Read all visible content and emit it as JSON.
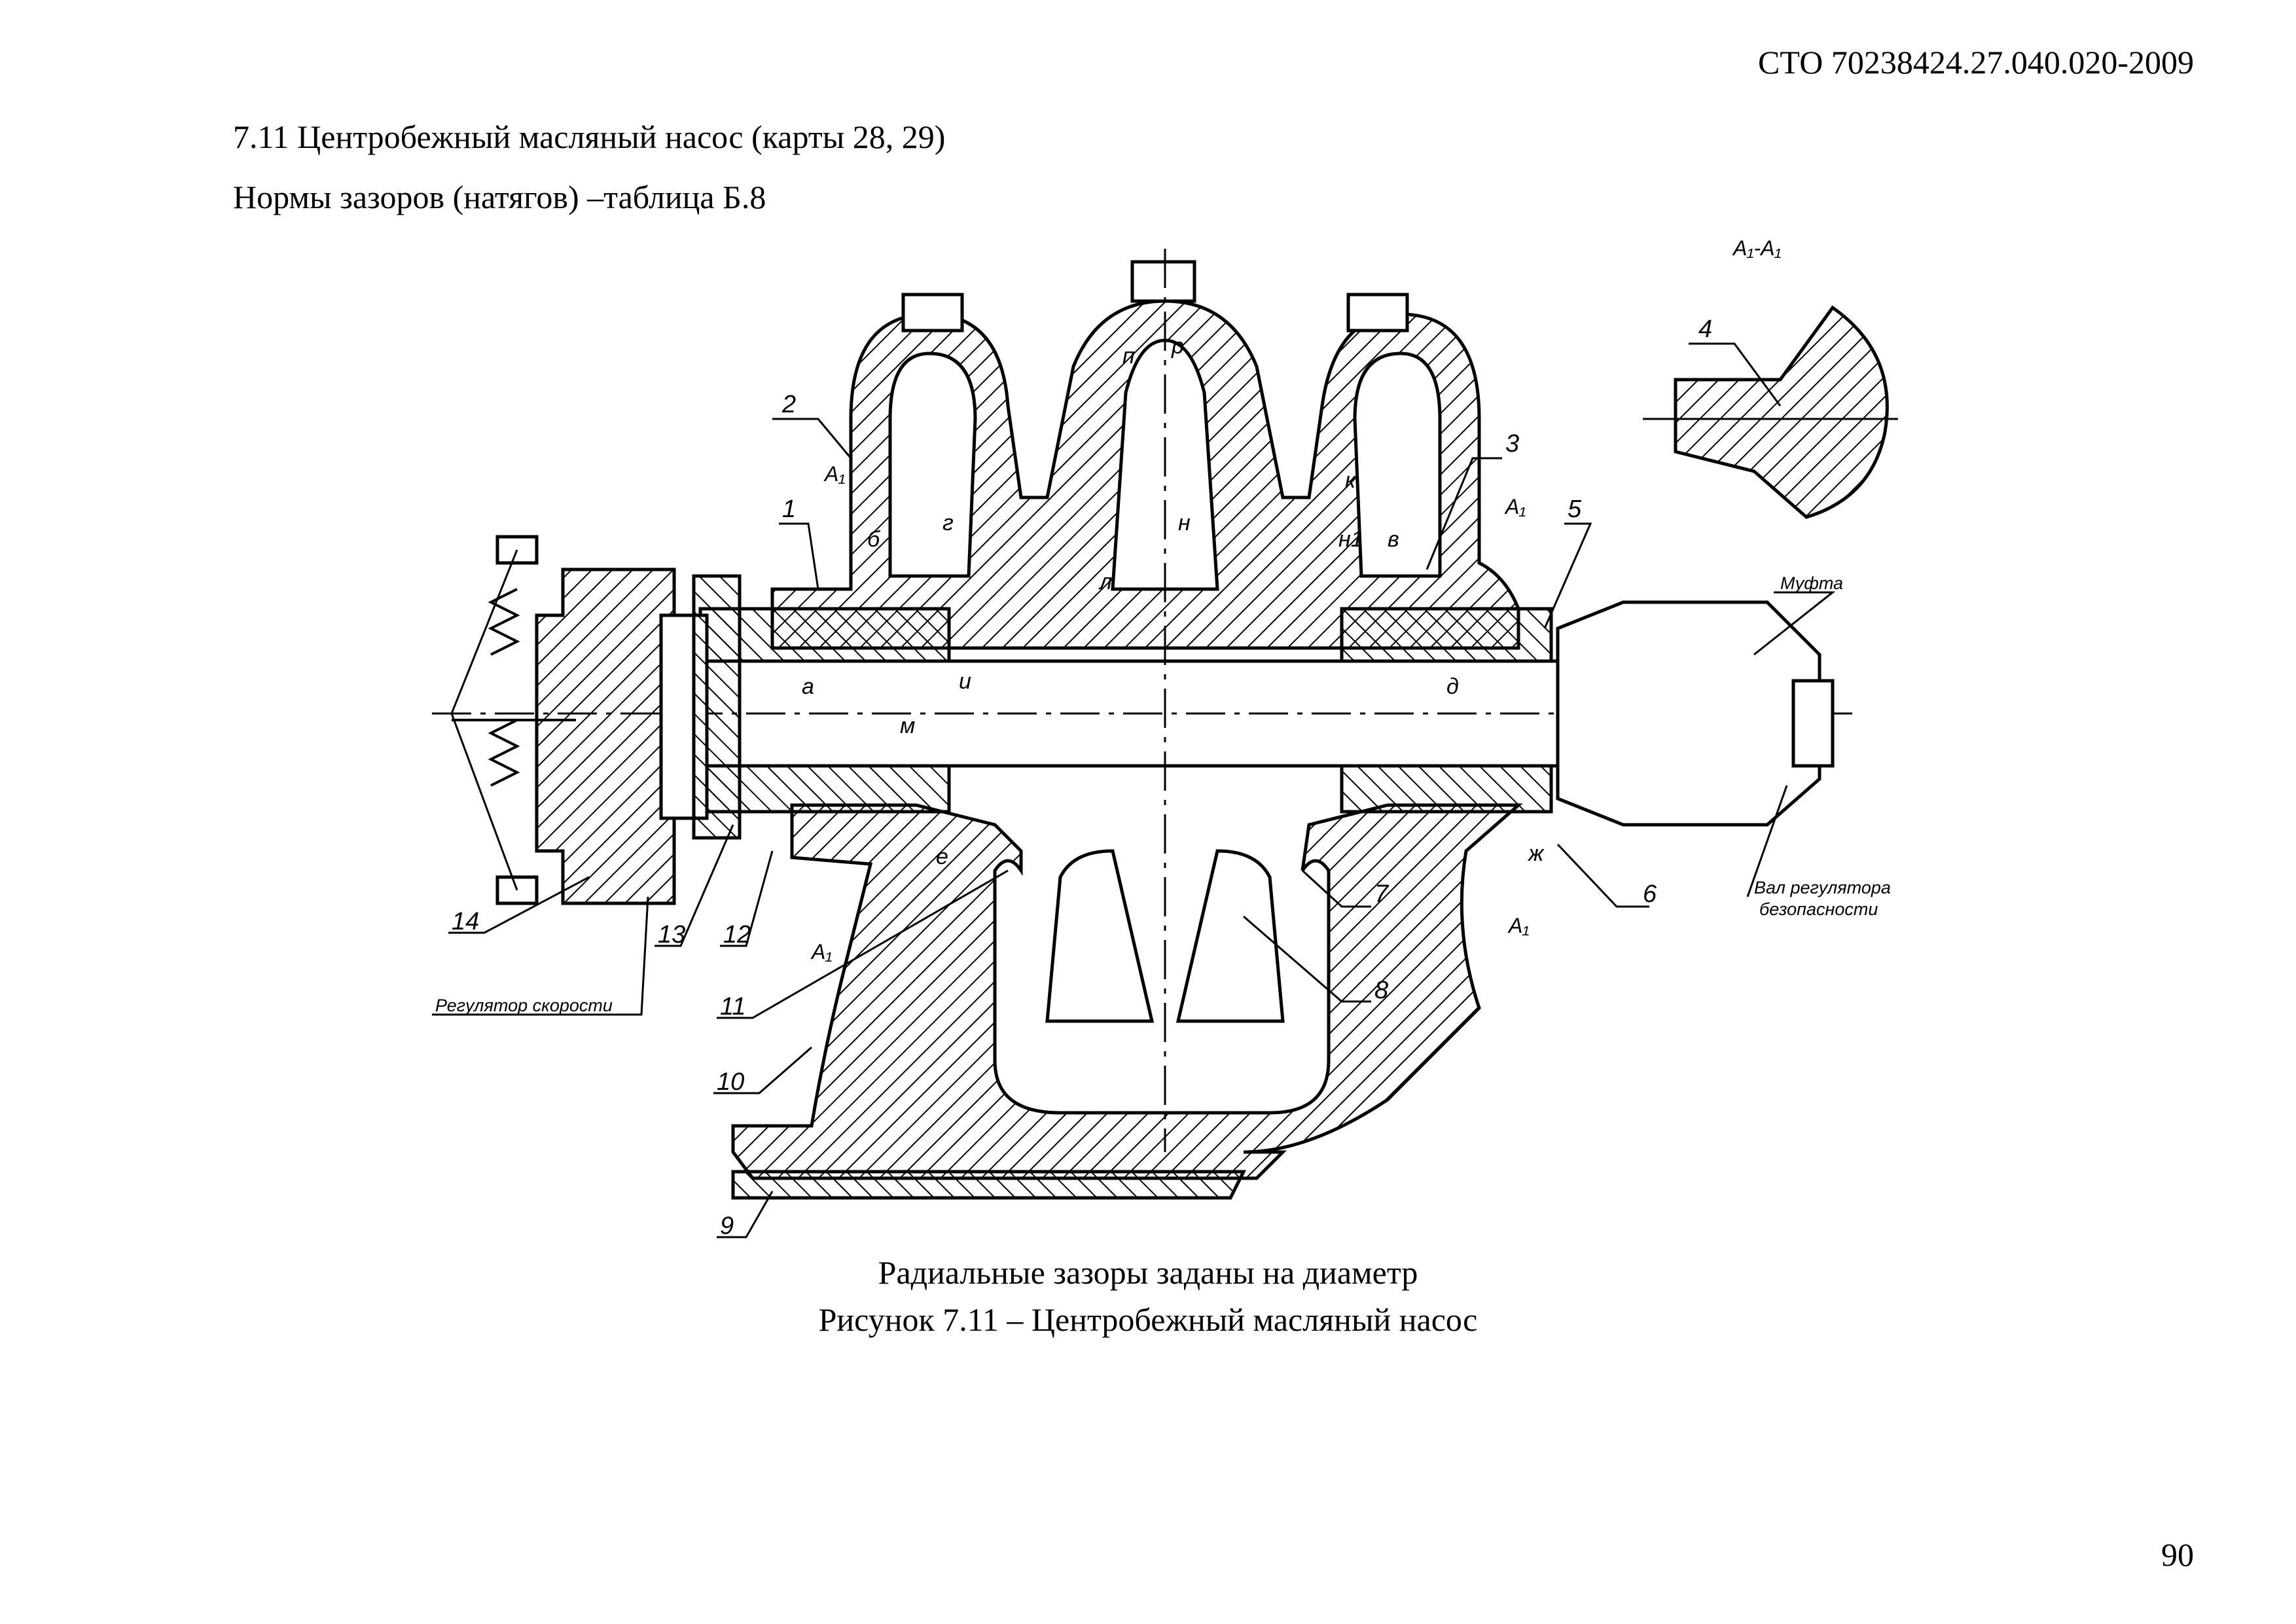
{
  "header": {
    "doc_code": "СТО 70238424.27.040.020-2009"
  },
  "section": {
    "title": "7.11 Центробежный масляный насос (карты 28, 29)",
    "norms": "Нормы зазоров (натягов) –таблица Б.8"
  },
  "figure": {
    "section_label": "A₁-A₁",
    "section_marks": [
      "A₁",
      "A₁",
      "A₁",
      "A₁"
    ],
    "callouts": [
      "1",
      "2",
      "3",
      "4",
      "5",
      "6",
      "7",
      "8",
      "9",
      "10",
      "11",
      "12",
      "13",
      "14"
    ],
    "gap_letters": [
      "а",
      "б",
      "в",
      "г",
      "д",
      "е",
      "ж",
      "и",
      "к",
      "л",
      "м",
      "н",
      "н1",
      "п",
      "р"
    ],
    "labels": {
      "coupling": "Муфта",
      "speed_regulator": "Регулятор скорости",
      "safety_shaft_line1": "Вал регулятора",
      "safety_shaft_line2": "безопасности"
    },
    "note": "Радиальные зазоры заданы на диаметр",
    "caption": "Рисунок 7.11 – Центробежный масляный насос"
  },
  "footer": {
    "page_number": "90"
  }
}
